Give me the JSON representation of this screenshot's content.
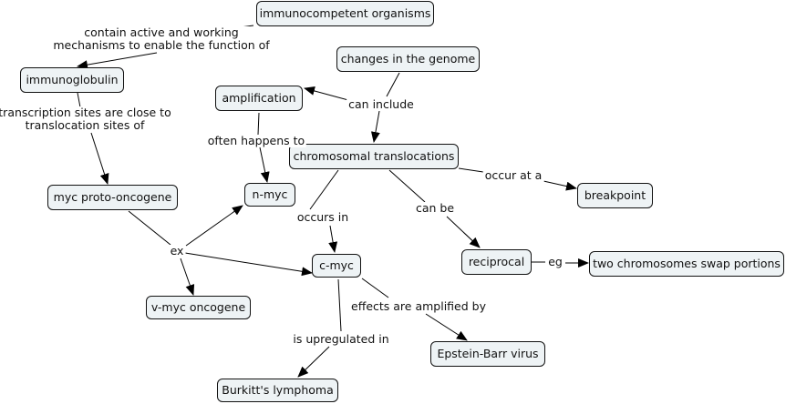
{
  "nodes": {
    "immunocompetent": "immunocompetent organisms",
    "immunoglobulin": "immunoglobulin",
    "genome": "changes in the genome",
    "amplification": "amplification",
    "translocations": "chromosomal translocations",
    "myc_proto": "myc proto-oncogene",
    "n_myc": "n-myc",
    "breakpoint": "breakpoint",
    "c_myc": "c-myc",
    "reciprocal": "reciprocal",
    "two_chromosomes": "two chromosomes swap portions",
    "v_myc": "v-myc oncogene",
    "ebv": "Epstein-Barr virus",
    "burkitt": "Burkitt's lymphoma"
  },
  "links": {
    "contain_line1": "contain active and working",
    "contain_line2": "mechanisms to enable the function of",
    "transcription_line1": "transcription sites are close to",
    "transcription_line2": "translocation sites of",
    "can_include": "can include",
    "often_happens_to": "often happens to",
    "occur_at_a": "occur at a",
    "occurs_in": "occurs in",
    "can_be": "can be",
    "ex": "ex",
    "eg": "eg",
    "effects_amplified_by": "effects are amplified by",
    "is_upregulated_in": "is upregulated in"
  }
}
